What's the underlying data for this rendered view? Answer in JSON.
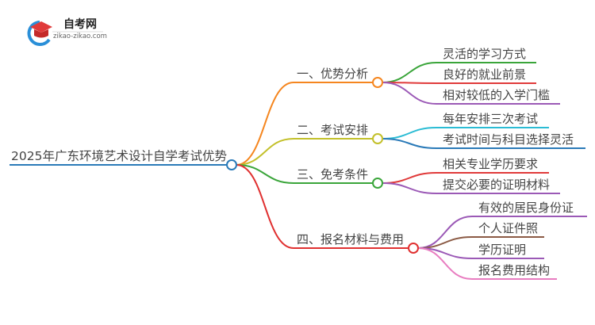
{
  "logo": {
    "name": "自考网",
    "url_text": "zikao-zikao.com"
  },
  "root": {
    "label": "2025年广东环境艺术设计自学考试优势",
    "color": "#2a7ab8"
  },
  "branches": [
    {
      "label": "一、优势分析",
      "color": "#f5861f",
      "leaves": [
        {
          "label": "灵活的学习方式",
          "color": "#3aa53a"
        },
        {
          "label": "良好的就业前景",
          "color": "#e03a3a"
        },
        {
          "label": "相对较低的入学门槛",
          "color": "#9b59b6"
        }
      ]
    },
    {
      "label": "二、考试安排",
      "color": "#c3c02a",
      "leaves": [
        {
          "label": "每年安排三次考试",
          "color": "#2bbcd4"
        },
        {
          "label": "考试时间与科目选择灵活",
          "color": "#2a7ab8"
        }
      ]
    },
    {
      "label": "三、免考条件",
      "color": "#3aa53a",
      "leaves": [
        {
          "label": "相关专业学历要求",
          "color": "#e03a3a"
        },
        {
          "label": "提交必要的证明材料",
          "color": "#9b59b6"
        }
      ]
    },
    {
      "label": "四、报名材料与费用",
      "color": "#e03030",
      "leaves": [
        {
          "label": "有效的居民身份证",
          "color": "#9b59b6"
        },
        {
          "label": "个人证件照",
          "color": "#8b5a44"
        },
        {
          "label": "学历证明",
          "color": "#9b59b6"
        },
        {
          "label": "报名费用结构",
          "color": "#e87cc0"
        }
      ]
    }
  ]
}
